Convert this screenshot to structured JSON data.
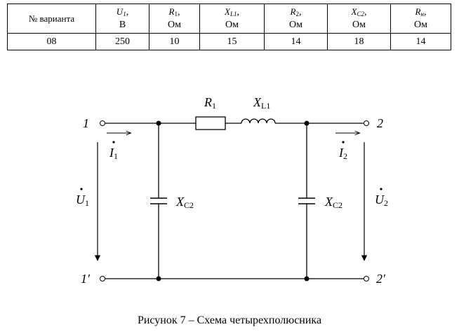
{
  "table": {
    "headers": [
      {
        "id": "variant",
        "sym": "№ варианта",
        "sub": "",
        "unit": ""
      },
      {
        "id": "u1",
        "sym": "U",
        "sub": "1",
        "unit": "В"
      },
      {
        "id": "r1",
        "sym": "R",
        "sub": "1",
        "unit": "Ом"
      },
      {
        "id": "xl1",
        "sym": "X",
        "sub": "L1",
        "unit": "Ом"
      },
      {
        "id": "r2",
        "sym": "R",
        "sub": "2",
        "unit": "Ом"
      },
      {
        "id": "xc2",
        "sym": "X",
        "sub": "C2",
        "unit": "Ом"
      },
      {
        "id": "rn",
        "sym": "R",
        "sub": "н",
        "unit": "Ом"
      }
    ],
    "row": [
      "08",
      "250",
      "10",
      "15",
      "14",
      "18",
      "14"
    ]
  },
  "circuit": {
    "terminals": {
      "t1": "1",
      "t2": "2",
      "t1p": "1′",
      "t2p": "2′"
    },
    "r1": {
      "sym": "R",
      "sub": "1"
    },
    "xl1": {
      "sym": "X",
      "sub": "L1"
    },
    "xc2_left": {
      "sym": "X",
      "sub": "C2"
    },
    "xc2_right": {
      "sym": "X",
      "sub": "C2"
    },
    "i1": {
      "sym": "I",
      "sub": "1"
    },
    "i2": {
      "sym": "I",
      "sub": "2"
    },
    "u1": {
      "sym": "U",
      "sub": "1"
    },
    "u2": {
      "sym": "U",
      "sub": "2"
    }
  },
  "caption": "Рисунок 7 – Схема четырехполюсника"
}
